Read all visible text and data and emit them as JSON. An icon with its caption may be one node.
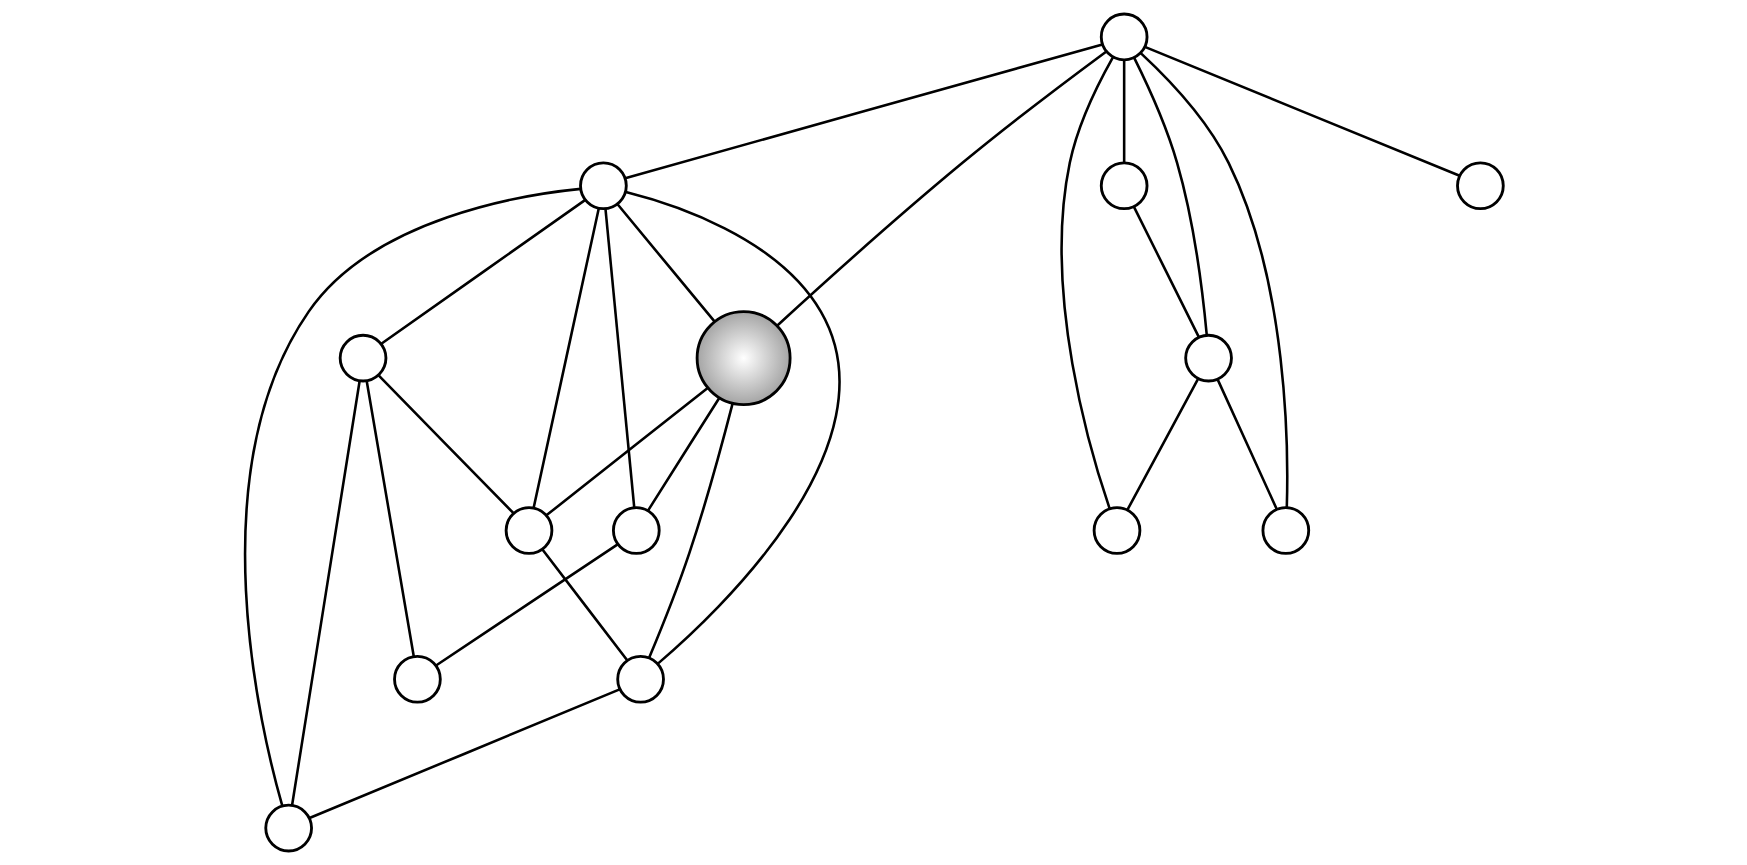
{
  "diagram": {
    "nodes": [
      {
        "text": [],
        "shape": "circle"
      },
      {
        "text": [],
        "shape": "circle"
      },
      {
        "text": [],
        "shape": "circle"
      },
      {
        "text": [],
        "shape": "circle"
      },
      {
        "text": [],
        "shape": "circle"
      },
      {
        "text": [],
        "shape": "circle"
      },
      {
        "text": [],
        "shape": "circle"
      },
      {
        "text": [],
        "shape": "circle"
      },
      {
        "text": [],
        "shape": "circle"
      },
      {
        "text": [],
        "shape": "circle"
      },
      {
        "text": [],
        "shape": "circle"
      },
      {
        "text": [],
        "shape": "circle"
      },
      {
        "text": [],
        "shape": "circle"
      },
      {
        "text": [],
        "shape": "circle"
      }
    ],
    "edges": [
      {
        "from": 0,
        "to": 1,
        "arrow": "none"
      },
      {
        "from": 0,
        "to": 2,
        "arrow": "none"
      },
      {
        "from": 1,
        "to": 2,
        "arrow": "none"
      },
      {
        "from": 0,
        "to": 12,
        "arrow": "none"
      },
      {
        "from": 0,
        "to": 13,
        "arrow": "none"
      },
      {
        "from": 0,
        "to": 3,
        "arrow": "none"
      },
      {
        "from": 0,
        "to": 5,
        "arrow": "none"
      },
      {
        "from": 0,
        "to": 8,
        "arrow": "none"
      },
      {
        "from": 3,
        "to": 5,
        "arrow": "none"
      },
      {
        "from": 5,
        "to": 12,
        "arrow": "none"
      },
      {
        "from": 5,
        "to": 13,
        "arrow": "none"
      },
      {
        "from": 1,
        "to": 4,
        "arrow": "none"
      },
      {
        "from": 1,
        "to": 6,
        "arrow": "none"
      },
      {
        "from": 1,
        "to": 9,
        "arrow": "none"
      },
      {
        "from": 1,
        "to": 7,
        "arrow": "none"
      },
      {
        "from": 1,
        "to": 11,
        "arrow": "none"
      },
      {
        "from": 2,
        "to": 4,
        "arrow": "none"
      },
      {
        "from": 2,
        "to": 7,
        "arrow": "none"
      },
      {
        "from": 2,
        "to": 9,
        "arrow": "none"
      },
      {
        "from": 4,
        "to": 10,
        "arrow": "none"
      },
      {
        "from": 6,
        "to": 10,
        "arrow": "none"
      },
      {
        "from": 6,
        "to": 11,
        "arrow": "none"
      },
      {
        "from": 6,
        "to": 7,
        "arrow": "none"
      },
      {
        "from": 7,
        "to": 9,
        "arrow": "none"
      },
      {
        "from": 9,
        "to": 11,
        "arrow": "none"
      }
    ]
  }
}
